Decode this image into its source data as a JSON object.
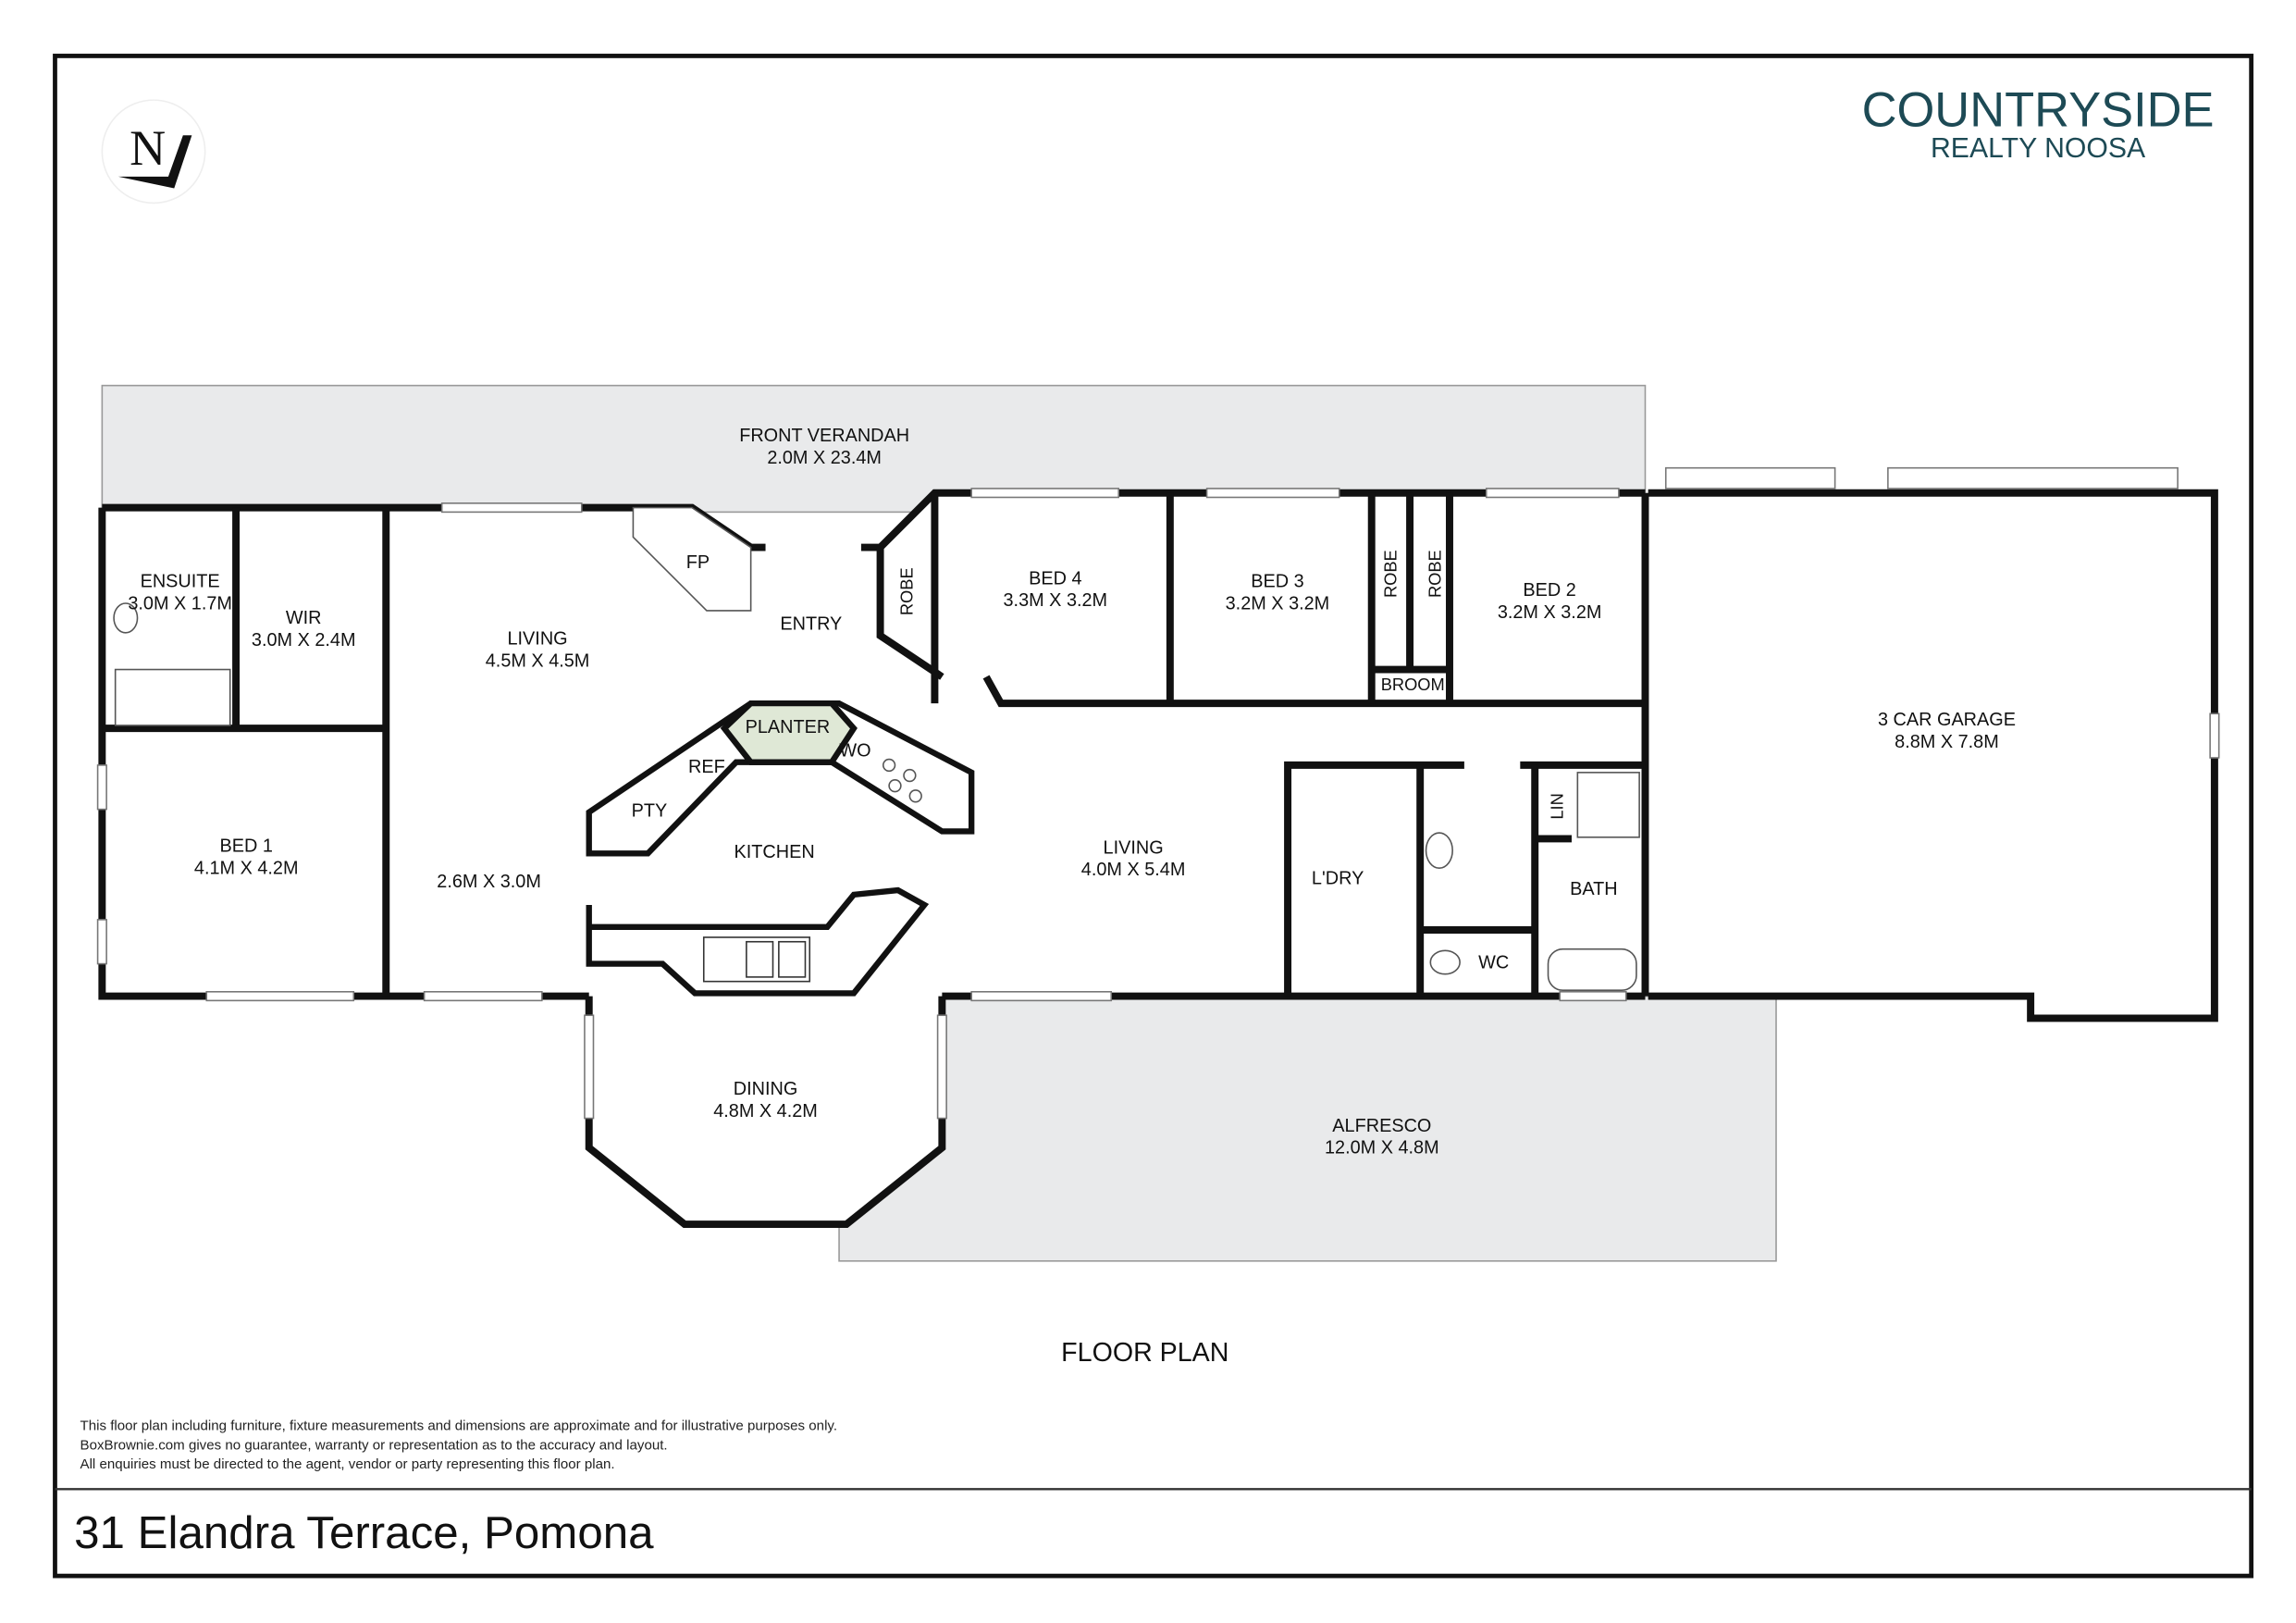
{
  "brand": {
    "line1": "COUNTRYSIDE",
    "line2": "REALTY NOOSA",
    "color": "#1d4a55"
  },
  "compass": {
    "letter": "N"
  },
  "plan_title": "FLOOR PLAN",
  "address": "31 Elandra Terrace, Pomona",
  "disclaimer": [
    "This floor plan including furniture, fixture measurements and dimensions are approximate and for illustrative purposes only.",
    "BoxBrownie.com gives no guarantee, warranty or representation as to the accuracy and layout.",
    "All enquiries must be directed to the agent, vendor or party representing this floor plan."
  ],
  "rooms": {
    "verandah": {
      "name": "FRONT VERANDAH",
      "size": "2.0M X 23.4M"
    },
    "ensuite": {
      "name": "ENSUITE",
      "size": "3.0M X 1.7M"
    },
    "wir": {
      "name": "WIR",
      "size": "3.0M X 2.4M"
    },
    "living1": {
      "name": "LIVING",
      "size": "4.5M X 4.5M"
    },
    "fp": {
      "name": "FP"
    },
    "entry": {
      "name": "ENTRY"
    },
    "robe1": {
      "name": "ROBE"
    },
    "bed4": {
      "name": "BED 4",
      "size": "3.3M X 3.2M"
    },
    "bed3": {
      "name": "BED 3",
      "size": "3.2M X 3.2M"
    },
    "robe2": {
      "name": "ROBE"
    },
    "robe3": {
      "name": "ROBE"
    },
    "broom": {
      "name": "BROOM"
    },
    "bed2": {
      "name": "BED 2",
      "size": "3.2M X 3.2M"
    },
    "garage": {
      "name": "3 CAR GARAGE",
      "size": "8.8M X 7.8M"
    },
    "bed1": {
      "name": "BED 1",
      "size": "4.1M X 4.2M"
    },
    "study": {
      "size": "2.6M X 3.0M"
    },
    "planter": {
      "name": "PLANTER"
    },
    "ref": {
      "name": "REF"
    },
    "wo": {
      "name": "WO"
    },
    "pty": {
      "name": "PTY"
    },
    "kitchen": {
      "name": "KITCHEN"
    },
    "living2": {
      "name": "LIVING",
      "size": "4.0M X 5.4M"
    },
    "ldry": {
      "name": "L'DRY"
    },
    "lin": {
      "name": "LIN"
    },
    "bath": {
      "name": "BATH"
    },
    "wc": {
      "name": "WC"
    },
    "dining": {
      "name": "DINING",
      "size": "4.8M X 4.2M"
    },
    "alfresco": {
      "name": "ALFRESCO",
      "size": "12.0M X 4.8M"
    }
  }
}
